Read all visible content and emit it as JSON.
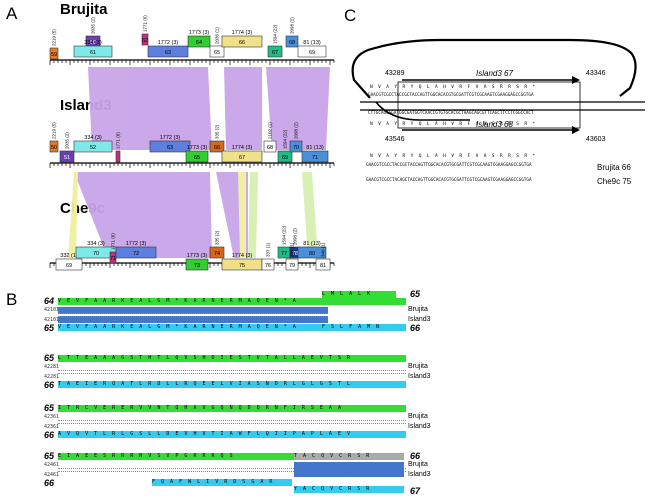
{
  "figure": {
    "panel_labels": {
      "a": "A",
      "b": "B",
      "c": "C"
    },
    "genomes": [
      "Brujita",
      "Island3",
      "Che9c"
    ],
    "colors": {
      "similarity": "#c9a4e8",
      "weak_similarity": "#f0f0a0",
      "green_similarity": "#d8f0b0",
      "aa_green": "#33dd33",
      "aa_blue": "#4477cc",
      "aa_cyan": "#33ccee",
      "aa_grey": "#aaaaaa"
    }
  },
  "panel_a": {
    "brujita": {
      "top_genes": [
        {
          "label": "2219 (5)",
          "num": "59",
          "color": "#e07b2a"
        },
        {
          "label": "2035 (2)",
          "num": "60",
          "color": "#6a3fb0"
        },
        {
          "label": "334 (3)",
          "num": "61",
          "color": "#7fe8e8"
        },
        {
          "label": "1771 (6)",
          "num": "62",
          "color": "#c03080"
        },
        {
          "label": "1772 (3)",
          "num": "63",
          "color": "#5c7fe0"
        },
        {
          "label": "1773 (3)",
          "num": "64",
          "color": "#33cc33"
        },
        {
          "label": "2036 (1)",
          "num": "65",
          "color": "#ffffff"
        },
        {
          "label": "1774 (3)",
          "num": "66",
          "color": "#f0e08a"
        },
        {
          "label": "1594 (22)",
          "num": "67",
          "color": "#22bb88"
        },
        {
          "label": "2098 (2)",
          "num": "68",
          "color": "#4a90d9"
        },
        {
          "label": "81 (13)",
          "num": "69",
          "color": "#ffffff"
        }
      ]
    },
    "island3": {
      "top_genes": [
        {
          "label": "2219 (5)",
          "num": "50",
          "color": "#e07b2a"
        },
        {
          "label": "2035 (2)",
          "num": "51",
          "color": "#6a3fb0"
        },
        {
          "label": "334 (3)",
          "num": "52",
          "color": "#7fe8e8"
        },
        {
          "label": "1771 (6)",
          "num": "",
          "color": "#c03080"
        },
        {
          "label": "1772 (3)",
          "num": "63",
          "color": "#5c7fe0"
        },
        {
          "label": "1773 (3)",
          "num": "65",
          "color": "#33cc33"
        },
        {
          "label": "335 (2)",
          "num": "66",
          "color": "#d2691e"
        },
        {
          "label": "1774 (3)",
          "num": "67",
          "color": "#f0e08a"
        },
        {
          "label": "2102 (1)",
          "num": "68",
          "color": "#ffffff"
        },
        {
          "label": "1594 (22)",
          "num": "69",
          "color": "#22bb88"
        },
        {
          "label": "2098 (2)",
          "num": "70",
          "color": "#4a90d9"
        },
        {
          "label": "81 (13)",
          "num": "71",
          "color": "#4a90d9"
        }
      ]
    },
    "che9c": {
      "top_genes": [
        {
          "label": "332 (1)",
          "num": "69",
          "color": "#ffffff"
        },
        {
          "label": "334 (3)",
          "num": "70",
          "color": "#7fe8e8"
        },
        {
          "label": "1771 (6)",
          "num": "71",
          "color": "#c03080"
        },
        {
          "label": "1772 (3)",
          "num": "72",
          "color": "#5c7fe0"
        },
        {
          "label": "1773 (3)",
          "num": "73",
          "color": "#33cc33"
        },
        {
          "label": "335 (2)",
          "num": "74",
          "color": "#d2691e"
        },
        {
          "label": "1774 (3)",
          "num": "75",
          "color": "#f0e08a"
        },
        {
          "label": "337 (1)",
          "num": "76",
          "color": "#ffffff"
        },
        {
          "label": "1594 (22)",
          "num": "77",
          "color": "#22bb88"
        },
        {
          "label": "2098 (2)",
          "num": "78",
          "color": "#1a3a8a"
        },
        {
          "label": "339 (1)",
          "num": "79",
          "color": "#ffffff"
        },
        {
          "label": "81 (13)",
          "num": "80",
          "color": "#4a90d9"
        },
        {
          "label": "340 (1)",
          "num": "81",
          "color": "#ffffff"
        }
      ]
    }
  },
  "panel_c": {
    "island3_67": "Island3 67",
    "island3_68": "Island3 68",
    "coord_43289": "43289",
    "coord_43346": "43346",
    "coord_43546": "43546",
    "coord_43603": "43603",
    "aa_row1": "N  V  A  Y  R  Y  Q  L  A  H  V  R  F  V  A  S  R  R  S  R  *",
    "dna_top": "GAACGTCGCCTACCGCTACCAGTTGGCACACGTGCGATTCGTCGCAAGTCGAAGGAGCCGGTGA",
    "dna_bot": "CTTGCAGCGGATGGCGATGGTCAACCGTGTGCACGCTAAGCAGCGTTCAGCTTCCTCGGCCACT",
    "aa_row2": "N  V  A  Y  R  Y  Q  L  A  H  V  R  F  V  A  S  R  R  S  R  *",
    "aa_row3": "N  V  A  Y  R  Y  Q  L  A  H  V  R  F  V  A  S  R  R  S  R  *",
    "dna_row3": "GAACGTCGCCTACCGCTACCAGTTGGCACACGTGCGATTCGTCGCAAGTCGAAGGAGCCGGTGA",
    "dna_row4": "GAACGTCGCCTACAGCTACCAGTTGGCACACGTGCGATTCGTCGCAAGTCGAAGGAGCCGGTGA",
    "brujita_66": "Brujita 66",
    "che9c_75": "Che9c 75"
  },
  "panel_b": {
    "blocks": [
      {
        "top_num": "64",
        "right_num": "65",
        "bottom_num": "65",
        "bottom_right_num": "66",
        "brujita": "Brujita",
        "island3": "Island3",
        "pos1": "42101",
        "pos2": "42101",
        "top_aa": "V  E  V  F  A  A  R  K  E  A  L  G  M  *  K  A  R  N  E  R  M  A  Q  E  N  *  A",
        "top_aa_right": "L  M  L  A  L  K",
        "bottom_aa": "V  E  V  F  A  A  R  K  E  A  L  G  M  *  K  A  R  N  E  R  M  A  Q  E  N  *  A",
        "bottom_aa_right": "F  S  L  F  A  M  N"
      },
      {
        "top_num": "65",
        "right_num": "",
        "bottom_num": "66",
        "bottom_right_num": "",
        "brujita": "Brujita",
        "island3": "Island3",
        "pos1": "42281",
        "pos2": "42281",
        "top_aa": "L  T  T  E  A  A  A  G  S  T  H  T  L  Q  V  S  H  D  I  E  S  T  V  T  A  L  L  A  E  V  T  S  R",
        "top_aa_right": "",
        "bottom_aa": "T  A  E  I  E  R  Q  A  T  L  R  D  L  L  R  Q  E  E  L  V  I  A  S  N  D  R  L  G  L  G  S  T  L",
        "bottom_aa_right": ""
      },
      {
        "top_num": "65",
        "right_num": "",
        "bottom_num": "66",
        "bottom_right_num": "",
        "brujita": "Brujita",
        "island3": "Island3",
        "pos1": "42361",
        "pos2": "42361",
        "top_aa": "I  T  R  C  V  E  R  E  R  V  V  N  T  Q  H  A  V  G  Q  N  Q  D  Q  R  N  F  I  R  S  E  A  A",
        "top_aa_right": "",
        "bottom_aa": "A  V  Q  V  T  L  R  L  G  S  L  L  D  E  V  H  V  T  I  A  W  F  L  Q  I  I  P  A  P  L  A  E  V",
        "bottom_aa_right": ""
      },
      {
        "top_num": "65",
        "right_num": "66",
        "bottom_num": "66",
        "bottom_right_num": "67",
        "brujita": "Brujita",
        "island3": "Island3",
        "pos1": "42461",
        "pos2": "42461",
        "top_aa": "E  I  A  E  E  S  R  R  R  N  V  S  V  P  G  R  R  R  Q  S",
        "top_aa_right": "T  A  C  Q  V  C  R  S  R",
        "bottom_aa": "F  Q  A  F  W  L  I  V  R  D  S  G  A  R",
        "bottom_aa_right": "Y  A  C  Q  V  C  R  S  R"
      }
    ]
  }
}
